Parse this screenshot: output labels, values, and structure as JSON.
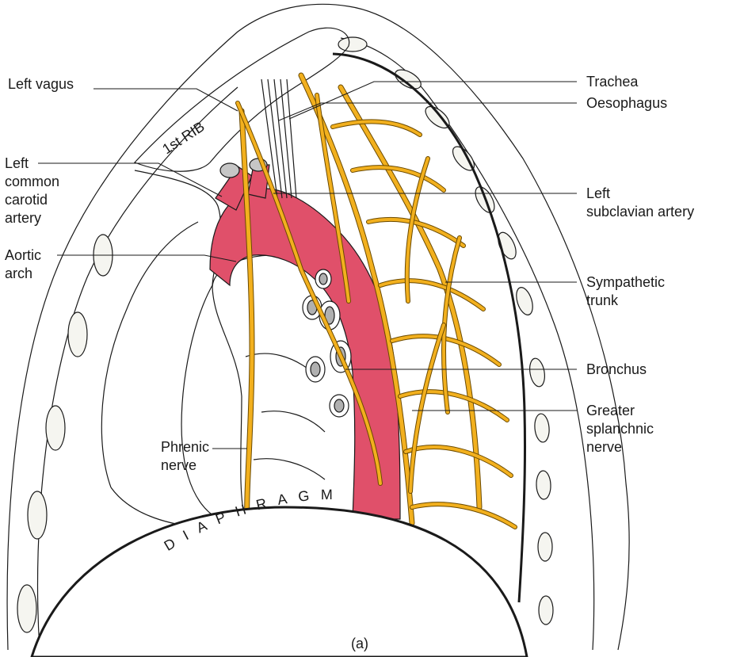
{
  "colors": {
    "artery": "#e0506a",
    "nerve": "#f2b01e",
    "outline": "#1a1a1a"
  },
  "labels": {
    "left_vagus": "Left vagus",
    "left_common_carotid": [
      "Left",
      "common",
      "carotid",
      "artery"
    ],
    "aortic_arch": [
      "Aortic",
      "arch"
    ],
    "phrenic_nerve": [
      "Phrenic",
      "nerve"
    ],
    "trachea": "Trachea",
    "oesophagus": "Oesophagus",
    "left_subclavian": [
      "Left",
      "subclavian artery"
    ],
    "sympathetic_trunk": [
      "Sympathetic",
      "trunk"
    ],
    "bronchus": "Bronchus",
    "greater_splanchnic": [
      "Greater",
      "splanchnic",
      "nerve"
    ],
    "first_rib": "1st RIB",
    "diaphragm": "DIAPHRAGM",
    "caption": "(a)"
  }
}
